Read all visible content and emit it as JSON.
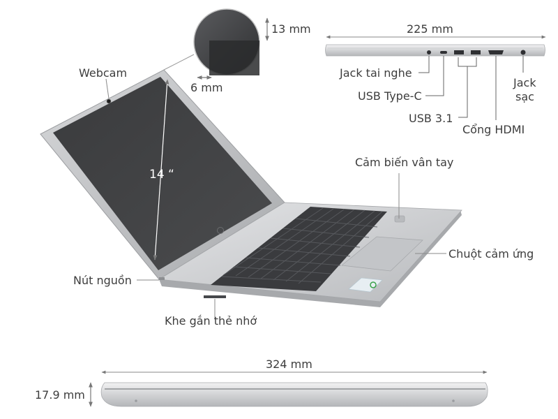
{
  "dimensions": {
    "bezel_thickness": "13 mm",
    "bezel_side": "6 mm",
    "width": "225 mm",
    "length": "324 mm",
    "thickness": "17.9 mm",
    "screen_size": "14 “"
  },
  "labels": {
    "webcam": "Webcam",
    "headphone_jack": "Jack tai nghe",
    "usb_type_c": "USB Type-C",
    "usb_3_1": "USB 3.1",
    "hdmi_port": "Cổng HDMI",
    "charging_jack_line1": "Jack",
    "charging_jack_line2": "sạc",
    "fingerprint_sensor": "Cảm biến vân tay",
    "touchpad": "Chuột cảm ứng",
    "power_button": "Nút nguồn",
    "card_slot": "Khe gắn thẻ nhớ"
  },
  "colors": {
    "label_text": "#3d3d3d",
    "leader_line": "#8a8a8a",
    "body_silver": "#c9cbce",
    "screen_dark": "#3e3f41"
  }
}
